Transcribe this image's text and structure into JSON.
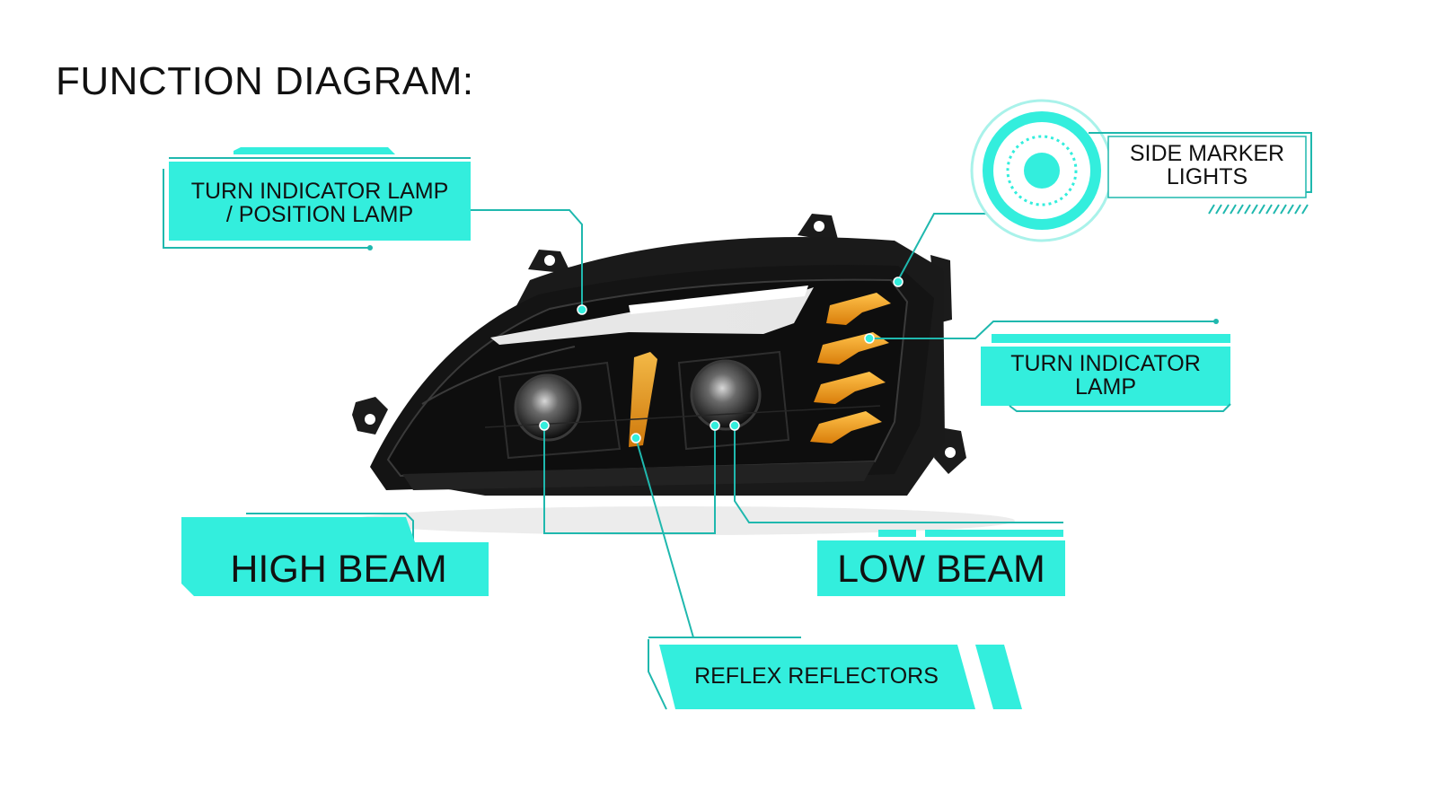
{
  "title": "FUNCTION DIAGRAM:",
  "colors": {
    "accent": "#33EEDD",
    "accent_dark": "#1FB8AE",
    "housing": "#141414",
    "amber": "#F5A623",
    "text": "#111111",
    "background": "#FFFFFF"
  },
  "labels": {
    "turn_position": {
      "line1": "TURN INDICATOR LAMP",
      "line2": "/ POSITION LAMP"
    },
    "side_marker": {
      "line1": "SIDE MARKER",
      "line2": "LIGHTS"
    },
    "turn_indicator": {
      "line1": "TURN INDICATOR",
      "line2": "LAMP"
    },
    "high_beam": "HIGH BEAM",
    "low_beam": "LOW BEAM",
    "reflex": "REFLEX REFLECTORS"
  }
}
